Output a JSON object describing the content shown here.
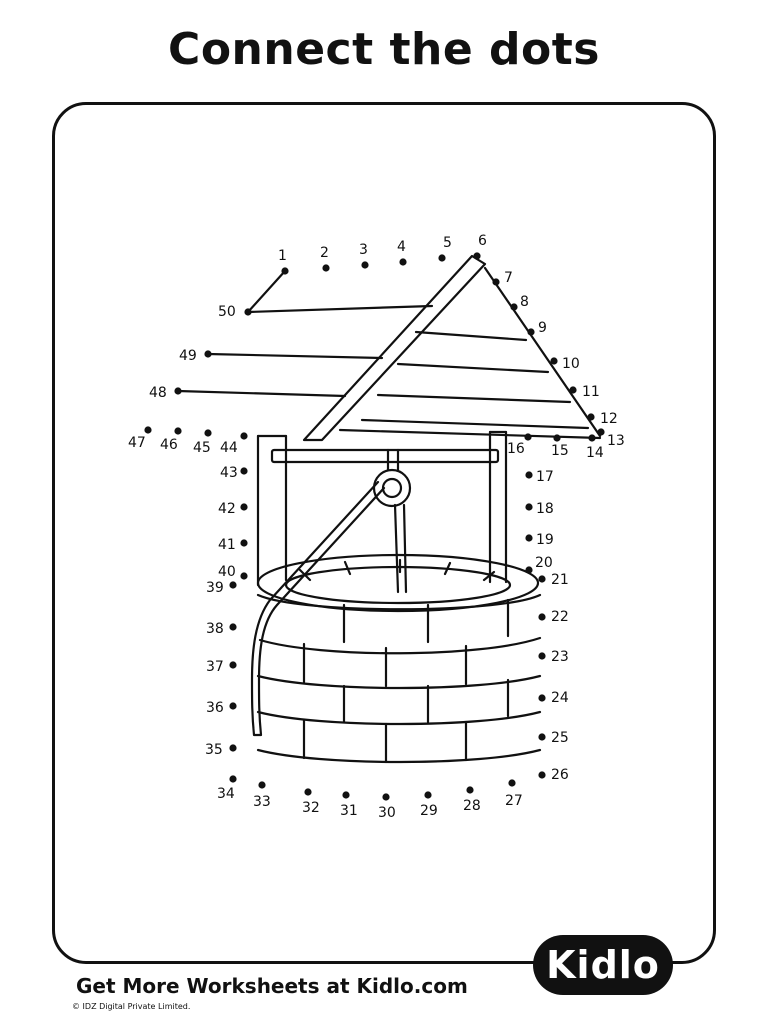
{
  "title": "Connect the dots",
  "footer": {
    "text": "Get More Worksheets at Kidlo.com",
    "copyright": "© IDZ Digital Private Limited."
  },
  "logo": {
    "text": "Kidlo"
  },
  "dots": [
    "1",
    "2",
    "3",
    "4",
    "5",
    "6",
    "7",
    "8",
    "9",
    "10",
    "11",
    "12",
    "13",
    "14",
    "15",
    "16",
    "17",
    "18",
    "19",
    "20",
    "21",
    "22",
    "23",
    "24",
    "25",
    "26",
    "27",
    "28",
    "29",
    "30",
    "31",
    "32",
    "33",
    "34",
    "35",
    "36",
    "37",
    "38",
    "39",
    "40",
    "41",
    "42",
    "43",
    "44",
    "45",
    "46",
    "47",
    "48",
    "49",
    "50"
  ]
}
